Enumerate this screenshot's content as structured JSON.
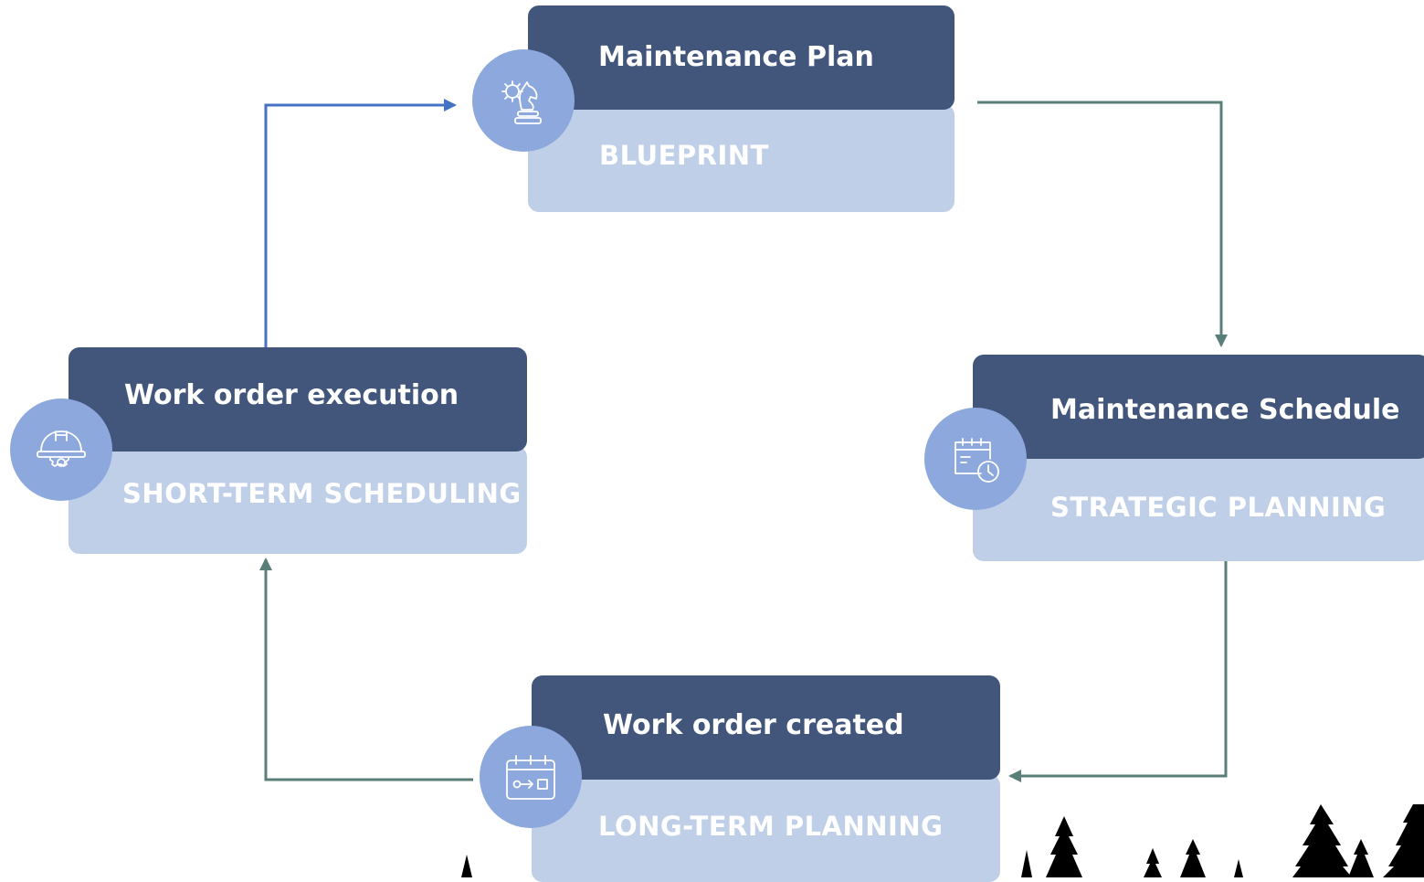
{
  "colors": {
    "header": "#42557b",
    "panel": "#bfcfe8",
    "badge": "#8ca8dc",
    "arrow_green": "#5a7f78",
    "arrow_blue": "#4472c4"
  },
  "stages": [
    {
      "title": "Maintenance Plan",
      "subtitle": "BLUEPRINT",
      "icon": "strategy-gear-chess-knight-icon"
    },
    {
      "title": "Maintenance Schedule",
      "subtitle": "STRATEGIC PLANNING",
      "icon": "calendar-clock-icon"
    },
    {
      "title": "Work order created",
      "subtitle": "LONG-TERM PLANNING",
      "icon": "calendar-process-icon"
    },
    {
      "title": "Work order execution",
      "subtitle": "SHORT-TERM SCHEDULING",
      "icon": "hardhat-gear-icon"
    }
  ]
}
